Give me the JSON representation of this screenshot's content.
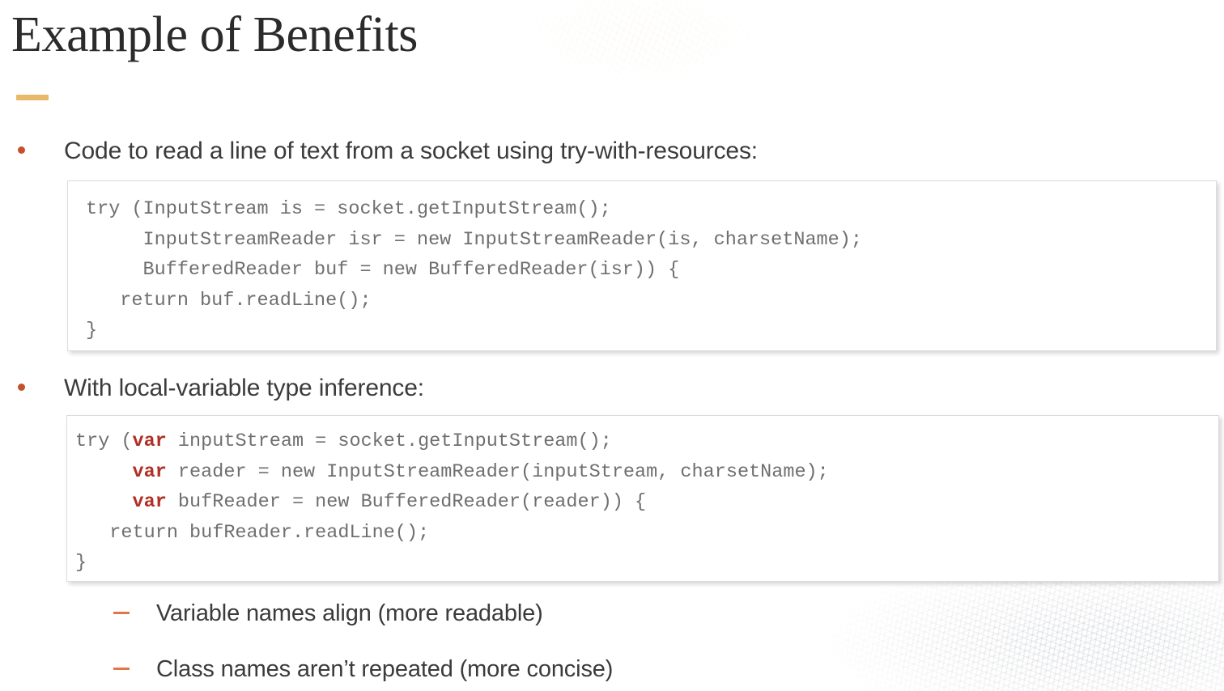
{
  "slide": {
    "title": "Example of Benefits",
    "accent_rule_color": "#e8b96a",
    "bullet_color": "#c5502b",
    "dash_color": "#e0764a",
    "text_color": "#3b3b3b",
    "code_text_color": "#6f6f6f",
    "keyword_color": "#b03025",
    "background_color": "#ffffff"
  },
  "bullets": [
    {
      "text": "Code to read a line of text from a socket using try-with-resources:"
    },
    {
      "text": "With local-variable type inference:"
    }
  ],
  "sub_bullets": [
    {
      "text": "Variable names align (more readable)"
    },
    {
      "text": "Class names aren’t repeated (more concise)"
    }
  ],
  "code_blocks": [
    {
      "name": "try-with-resources-explicit-types",
      "lines": [
        [
          {
            "t": "try (InputStream is = socket.getInputStream();",
            "kw": false
          }
        ],
        [
          {
            "t": "     InputStreamReader isr = new InputStreamReader(is, charsetName);",
            "kw": false
          }
        ],
        [
          {
            "t": "     BufferedReader buf = new BufferedReader(isr)) {",
            "kw": false
          }
        ],
        [
          {
            "t": "   return buf.readLine();",
            "kw": false
          }
        ],
        [
          {
            "t": "}",
            "kw": false
          }
        ]
      ]
    },
    {
      "name": "try-with-resources-var-inference",
      "lines": [
        [
          {
            "t": "try (",
            "kw": false
          },
          {
            "t": "var",
            "kw": true
          },
          {
            "t": " inputStream = socket.getInputStream();",
            "kw": false
          }
        ],
        [
          {
            "t": "     ",
            "kw": false
          },
          {
            "t": "var",
            "kw": true
          },
          {
            "t": " reader = new InputStreamReader(inputStream, charsetName);",
            "kw": false
          }
        ],
        [
          {
            "t": "     ",
            "kw": false
          },
          {
            "t": "var",
            "kw": true
          },
          {
            "t": " bufReader = new BufferedReader(reader)) {",
            "kw": false
          }
        ],
        [
          {
            "t": "   return bufReader.readLine();",
            "kw": false
          }
        ],
        [
          {
            "t": "}",
            "kw": false
          }
        ]
      ]
    }
  ]
}
